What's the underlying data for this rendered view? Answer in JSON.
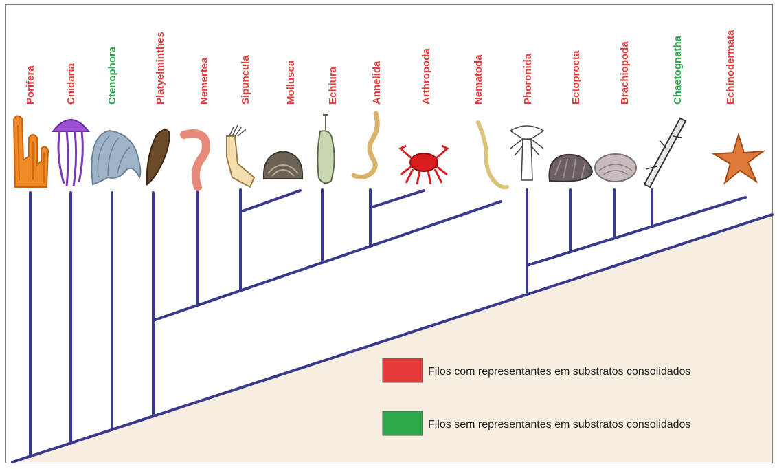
{
  "colors": {
    "branch": "#3a3a8c",
    "ground": "#f6efe1",
    "frame": "#7a7a7a",
    "with_rep": "#e63a3a",
    "without_rep": "#2ea84a"
  },
  "taxa": [
    {
      "name": "Porifera",
      "group": "with_rep",
      "icon": "sponge-icon"
    },
    {
      "name": "Cnidaria",
      "group": "with_rep",
      "icon": "jellyfish-icon"
    },
    {
      "name": "Ctenophora",
      "group": "without_rep",
      "icon": "comb-jelly-icon"
    },
    {
      "name": "Platyelminthes",
      "group": "with_rep",
      "icon": "flatworm-icon"
    },
    {
      "name": "Nemertea",
      "group": "with_rep",
      "icon": "ribbon-worm-icon"
    },
    {
      "name": "Sipuncula",
      "group": "with_rep",
      "icon": "peanut-worm-icon"
    },
    {
      "name": "Mollusca",
      "group": "with_rep",
      "icon": "clam-icon"
    },
    {
      "name": "Echiura",
      "group": "with_rep",
      "icon": "spoon-worm-icon"
    },
    {
      "name": "Annelida",
      "group": "with_rep",
      "icon": "segmented-worm-icon"
    },
    {
      "name": "Arthropoda",
      "group": "with_rep",
      "icon": "crab-icon"
    },
    {
      "name": "Nematoda",
      "group": "with_rep",
      "icon": "roundworm-icon"
    },
    {
      "name": "Phoronida",
      "group": "with_rep",
      "icon": "horseshoe-worm-icon"
    },
    {
      "name": "Ectoprocta",
      "group": "with_rep",
      "icon": "bryozoan-icon"
    },
    {
      "name": "Brachiopoda",
      "group": "with_rep",
      "icon": "lamp-shell-icon"
    },
    {
      "name": "Chaetognatha",
      "group": "without_rep",
      "icon": "arrow-worm-icon"
    },
    {
      "name": "Echinodermata",
      "group": "with_rep",
      "icon": "starfish-icon"
    }
  ],
  "legend": {
    "with_rep": "Filos com representantes em substratos consolidados",
    "without_rep": "Filos sem representantes em substratos consolidados"
  }
}
